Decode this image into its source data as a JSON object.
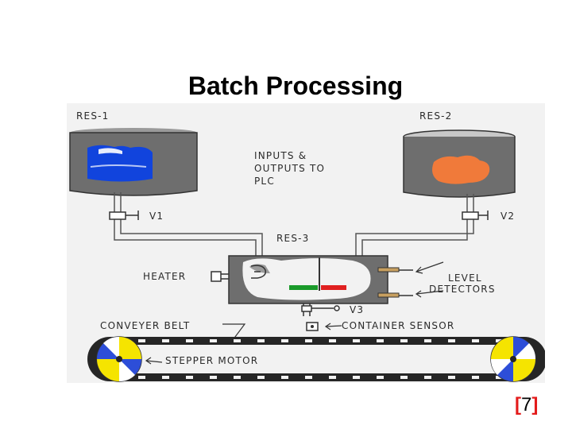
{
  "slide": {
    "title": "Batch Processing",
    "citation": "7"
  },
  "diagram": {
    "reservoir_1": "RES-1",
    "reservoir_2": "RES-2",
    "reservoir_3": "RES-3",
    "valve_1": "V1",
    "valve_2": "V2",
    "valve_3": "V3",
    "io_label": [
      "INPUTS &",
      "OUTPUTS TO",
      "PLC"
    ],
    "heater": "HEATER",
    "level_detectors": [
      "LEVEL",
      "DETECTORS"
    ],
    "conveyor_belt": "CONVEYER BELT",
    "container_sensor": "CONTAINER SENSOR",
    "stepper_motor": "STEPPER MOTOR",
    "colors": {
      "tank_gray": "#6e6e6e",
      "tank_light": "#d9d9d9",
      "background": "#f2f2f2",
      "liquid_blue": "#1144dd",
      "liquid_orange": "#f07a3a",
      "citation_red": "#e31b1b",
      "wheel_yellow": "#f5e400",
      "wheel_blue": "#2d4ed8"
    }
  }
}
